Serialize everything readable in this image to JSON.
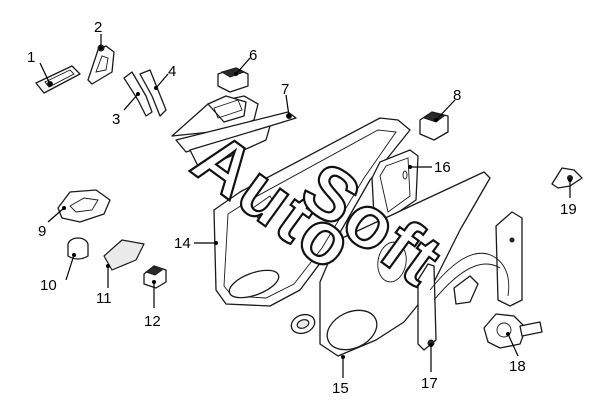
{
  "watermark_text": "AutoSoft",
  "callouts": [
    {
      "id": "c1",
      "label": "1"
    },
    {
      "id": "c2",
      "label": "2"
    },
    {
      "id": "c3",
      "label": "3"
    },
    {
      "id": "c4",
      "label": "4"
    },
    {
      "id": "c6",
      "label": "6"
    },
    {
      "id": "c7",
      "label": "7"
    },
    {
      "id": "c8",
      "label": "8"
    },
    {
      "id": "c9",
      "label": "9"
    },
    {
      "id": "c10",
      "label": "10"
    },
    {
      "id": "c11",
      "label": "11"
    },
    {
      "id": "c12",
      "label": "12"
    },
    {
      "id": "c14",
      "label": "14"
    },
    {
      "id": "c15",
      "label": "15"
    },
    {
      "id": "c16",
      "label": "16"
    },
    {
      "id": "c17",
      "label": "17"
    },
    {
      "id": "c18",
      "label": "18"
    },
    {
      "id": "c19",
      "label": "19"
    }
  ]
}
